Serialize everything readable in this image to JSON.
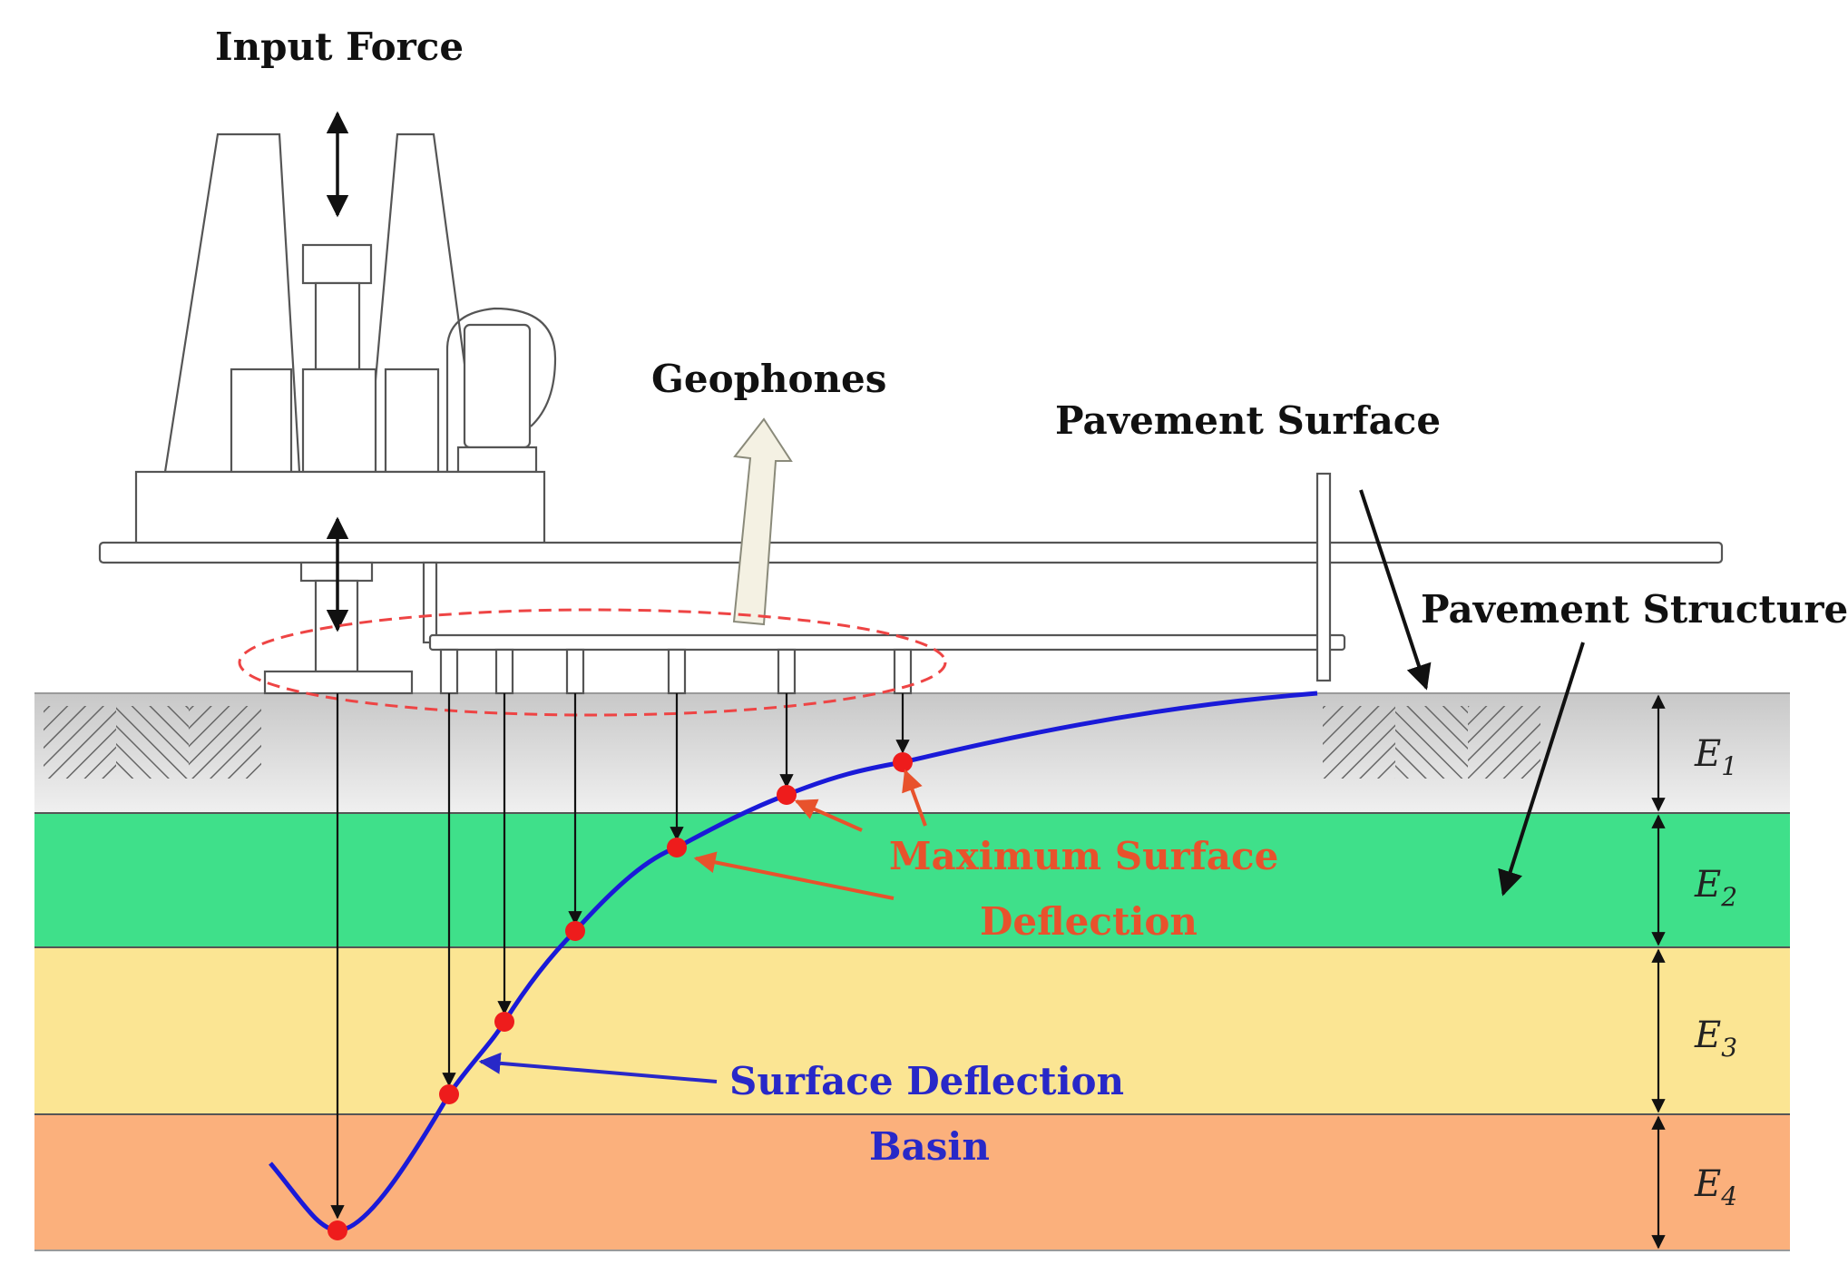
{
  "labels": {
    "input_force": "Input Force",
    "geophones": "Geophones",
    "pavement_surface": "Pavement Surface",
    "pavement_structure": "Pavement Structure",
    "max_deflection_line1": "Maximum Surface",
    "max_deflection_line2": "Deflection",
    "surface_deflection_line1": "Surface Deflection",
    "surface_deflection_line2": "Basin"
  },
  "layers": [
    {
      "symbol": "E",
      "sub": "1",
      "color": "#dcdcdc"
    },
    {
      "symbol": "E",
      "sub": "2",
      "color": "#3fe08a"
    },
    {
      "symbol": "E",
      "sub": "3",
      "color": "#fbe593"
    },
    {
      "symbol": "E",
      "sub": "4",
      "color": "#fbb07c"
    }
  ],
  "colors": {
    "deflection_curve": "#1a1ad8",
    "measurement_point": "#ee1c1c",
    "highlight_ellipse": "#ee4444",
    "annotation_red": "#e8522c",
    "annotation_blue": "#2828c8",
    "geophone_arrow": "#f4f1e3"
  },
  "icons": {
    "input_force": "double-headed-arrow-icon",
    "geophones": "up-arrow-icon",
    "layer_thickness": "double-headed-arrow-icon"
  }
}
